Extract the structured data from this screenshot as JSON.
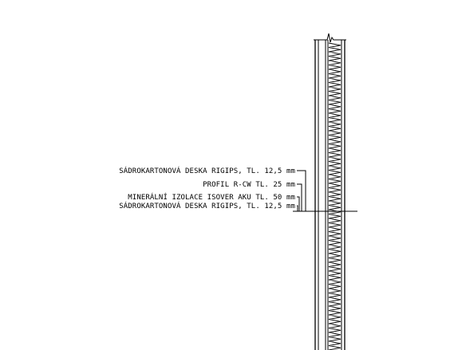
{
  "drawing": {
    "line_color": "#000000",
    "background": "#ffffff",
    "labels": [
      "SÁDROKARTONOVÁ DESKA RIGIPS, TL. 12,5 mm",
      "PROFIL R-CW TL. 25 mm",
      "MINERÁLNÍ IZOLACE ISOVER AKU TL. 50 mm",
      "SÁDROKARTONOVÁ DESKA RIGIPS, TL. 12,5 mm"
    ]
  }
}
